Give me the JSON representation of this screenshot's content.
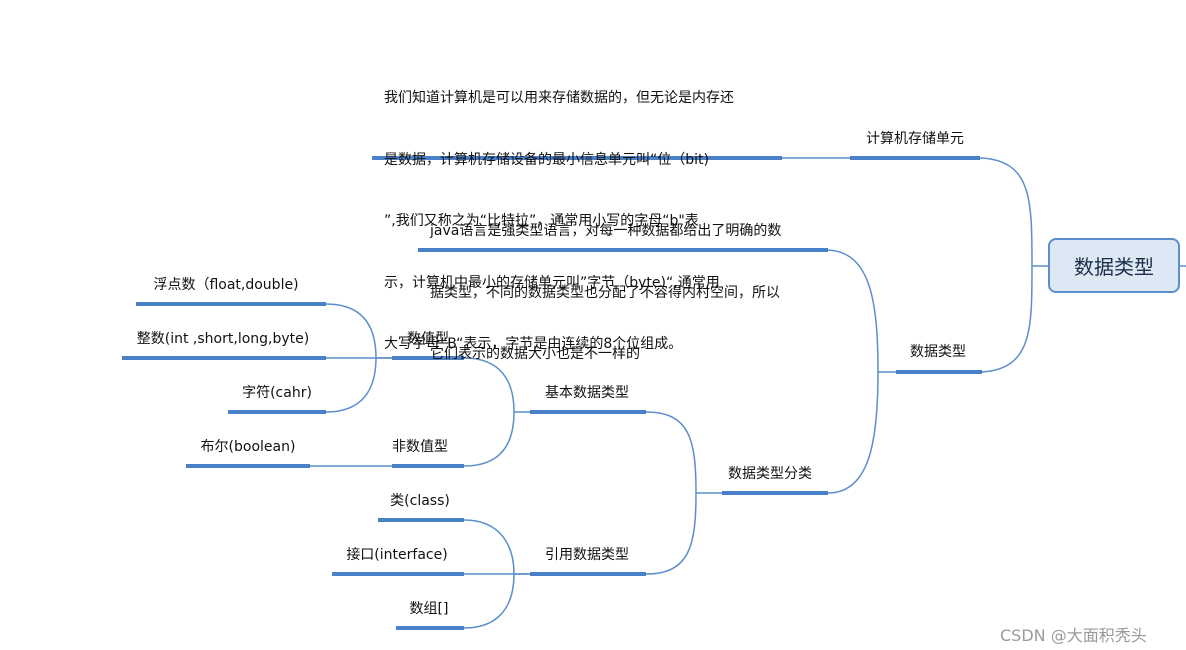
{
  "root": {
    "label": "数据类型"
  },
  "nodes": {
    "storage_unit": "计算机存储单元",
    "data_type": "数据类型",
    "classification": "数据类型分类",
    "basic": "基本数据类型",
    "reference": "引用数据类型",
    "numeric": "数值型",
    "non_numeric": "非数值型",
    "float": "浮点数（float,double)",
    "integer": "整数(int ,short,long,byte)",
    "char": "字符(cahr)",
    "boolean": "布尔(boolean)",
    "class": "类(class)",
    "interface": "接口(interface)",
    "array": "数组[]"
  },
  "notes": {
    "storage_lines": [
      "我们知道计算机是可以用来存储数据的，但无论是内存还",
      "是数据，计算机存储设备的最小信息单元叫“位（bit)",
      "”,我们又称之为“比特拉”，通常用小写的字母“b\"表",
      "示，计算机中最小的存储单元叫”字节（byte)“,通常用",
      "大写字母”B“表示，字节是由连续的8个位组成。"
    ],
    "java_lines": [
      "java语言是强类型语言，对每一种数据都给出了明确的数",
      "据类型，不同的数据类型也分配了不容得内村空间，所以",
      "它们表示的数据大小也是不一样的"
    ]
  },
  "watermark": "CSDN @大面积秃头",
  "colors": {
    "line": "#5b8fcc",
    "underline": "#4a80c8",
    "root_fill": "#dde8f4"
  }
}
